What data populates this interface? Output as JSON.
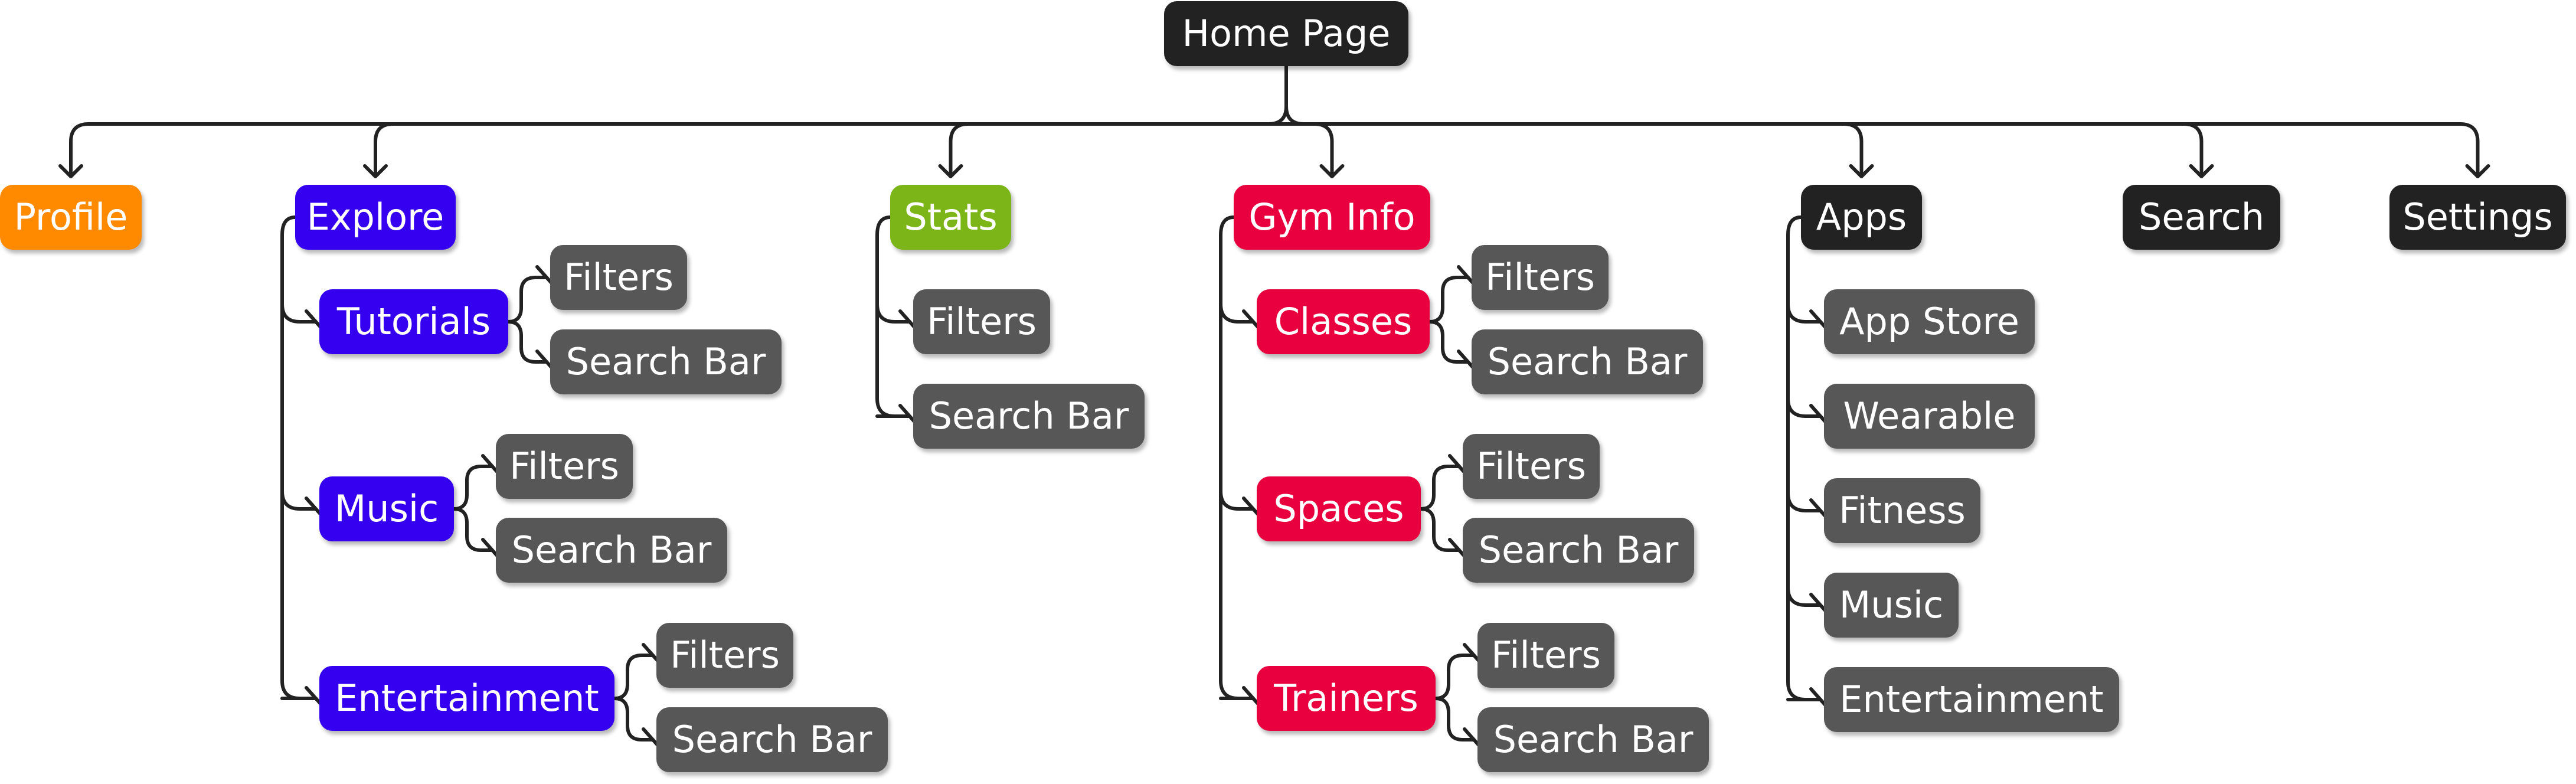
{
  "colors": {
    "dark": "#222222",
    "grey": "#575757",
    "orange": "#ff8a00",
    "blue": "#3500f0",
    "green": "#7cb518",
    "red": "#e8003f",
    "connector": "#222222"
  },
  "root": {
    "label": "Home Page"
  },
  "sections": {
    "profile": {
      "label": "Profile"
    },
    "explore": {
      "label": "Explore",
      "tutorials": {
        "label": "Tutorials",
        "filters": "Filters",
        "search_bar": "Search Bar"
      },
      "music": {
        "label": "Music",
        "filters": "Filters",
        "search_bar": "Search Bar"
      },
      "entertainment": {
        "label": "Entertainment",
        "filters": "Filters",
        "search_bar": "Search Bar"
      }
    },
    "stats": {
      "label": "Stats",
      "filters": "Filters",
      "search_bar": "Search Bar"
    },
    "gym_info": {
      "label": "Gym Info",
      "classes": {
        "label": "Classes",
        "filters": "Filters",
        "search_bar": "Search Bar"
      },
      "spaces": {
        "label": "Spaces",
        "filters": "Filters",
        "search_bar": "Search Bar"
      },
      "trainers": {
        "label": "Trainers",
        "filters": "Filters",
        "search_bar": "Search Bar"
      }
    },
    "apps": {
      "label": "Apps",
      "app_store": "App Store",
      "wearable": "Wearable",
      "fitness": "Fitness",
      "music": "Music",
      "entertainment": "Entertainment"
    },
    "search": {
      "label": "Search"
    },
    "settings": {
      "label": "Settings"
    }
  }
}
